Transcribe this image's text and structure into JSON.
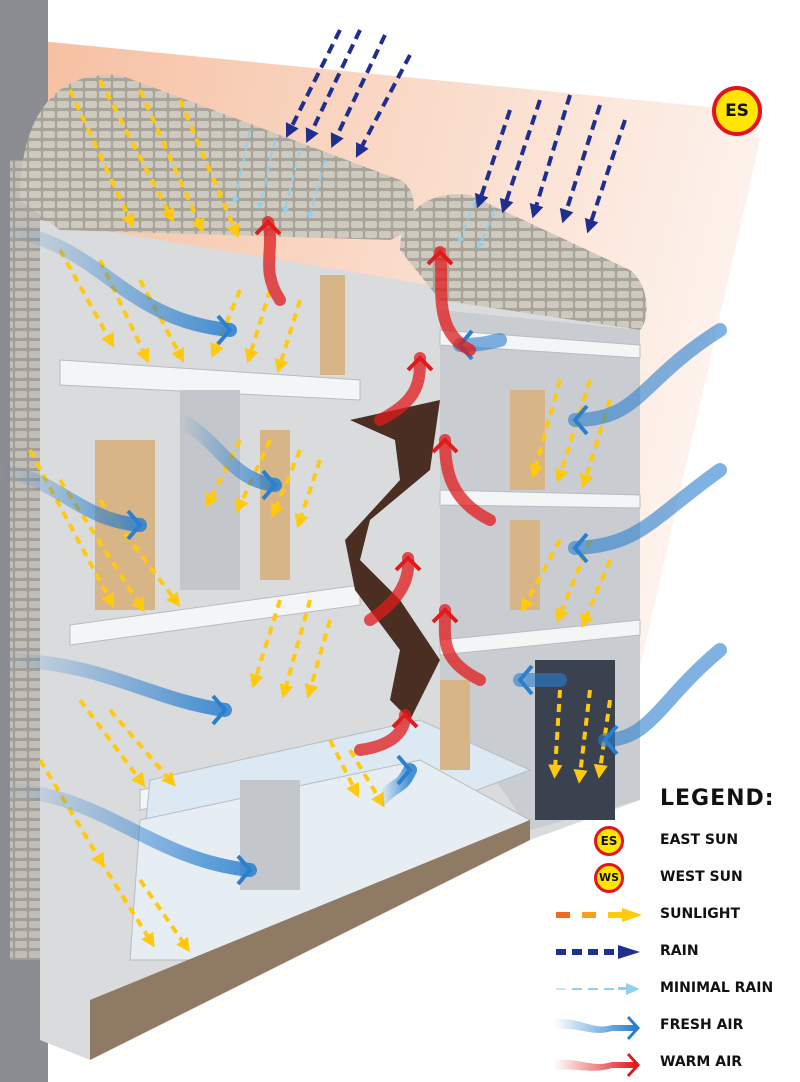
{
  "sun_marker": {
    "label": "ES",
    "icon": "east-sun-icon"
  },
  "legend": {
    "title": "LEGEND:",
    "items": [
      {
        "symbol": "ES",
        "label": "EAST SUN",
        "icon": "east-sun-icon"
      },
      {
        "symbol": "WS",
        "label": "WEST SUN",
        "icon": "west-sun-icon"
      },
      {
        "label": "SUNLIGHT",
        "icon": "sunlight-arrow-icon"
      },
      {
        "label": "RAIN",
        "icon": "rain-arrow-icon"
      },
      {
        "label": "MINIMAL RAIN",
        "icon": "minimal-rain-arrow-icon"
      },
      {
        "label": "FRESH AIR",
        "icon": "fresh-air-arrow-icon"
      },
      {
        "label": "WARM AIR",
        "icon": "warm-air-arrow-icon"
      }
    ]
  },
  "colors": {
    "sun_fill": "#ffe500",
    "sun_ring": "#e3121b",
    "sunlight_start": "#ee5a24",
    "sunlight_end": "#ffc90e",
    "rain": "#1f2f8f",
    "minimal_rain": "#8fd0f0",
    "fresh_air": "#2a7fcf",
    "warm_air": "#e01b1b",
    "sun_wedge": "#f5b896"
  }
}
